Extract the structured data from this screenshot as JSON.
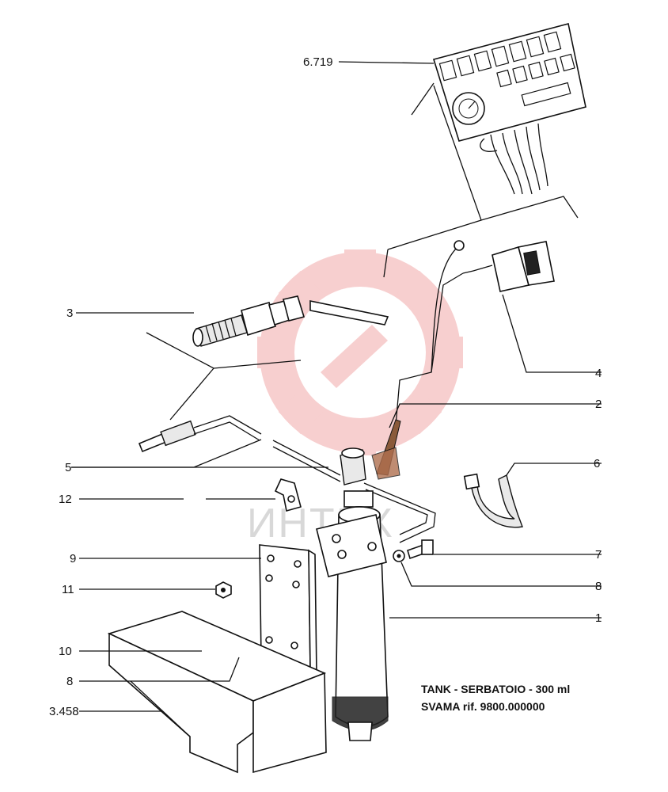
{
  "callouts": [
    "6.719",
    "3",
    "4",
    "2",
    "5",
    "6",
    "12",
    "7",
    "9",
    "8",
    "11",
    "1",
    "10",
    "8",
    "3.458"
  ],
  "caption": {
    "line1": "TANK - SERBATOIO - 300 ml",
    "line2": "SVAMA rif. 9800.000000"
  },
  "watermark": {
    "text": "ИНТЕХ",
    "color": "#f2b6b6"
  }
}
